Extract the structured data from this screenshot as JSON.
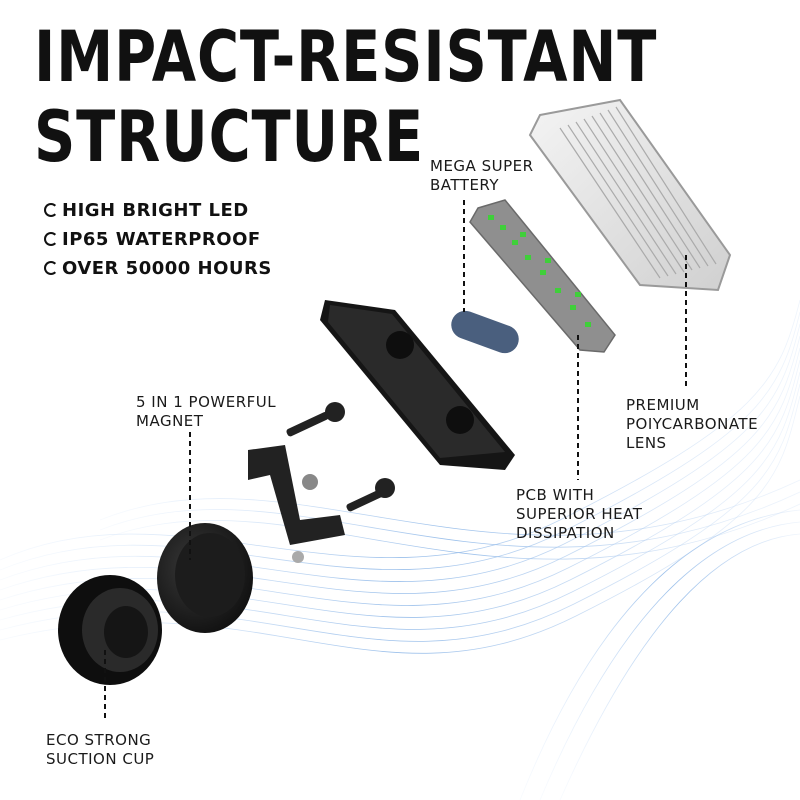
{
  "headline": {
    "line1": "IMPACT-RESISTANT",
    "line2": "STRUCTURE"
  },
  "features": [
    "HIGH BRIGHT LED",
    "IP65 WATERPROOF",
    "OVER 50000 HOURS"
  ],
  "callouts": {
    "battery": {
      "line1": "MEGA SUPER",
      "line2": "BATTERY"
    },
    "lens": {
      "line1": "PREMIUM",
      "line2": "POIYCARBONATE",
      "line3": "LENS"
    },
    "magnet": {
      "line1": "5 IN 1 POWERFUL",
      "line2": "MAGNET"
    },
    "pcb": {
      "line1": "PCB WITH",
      "line2": "SUPERIOR HEAT",
      "line3": "DISSIPATION"
    },
    "suction": {
      "line1": "ECO STRONG",
      "line2": "SUCTION CUP"
    }
  },
  "colors": {
    "text": "#111111",
    "accent_swirl": "#8fb8e8",
    "pcb_green": "#3fcf3a",
    "housing": "#151515",
    "battery": "#4a5f7e"
  }
}
